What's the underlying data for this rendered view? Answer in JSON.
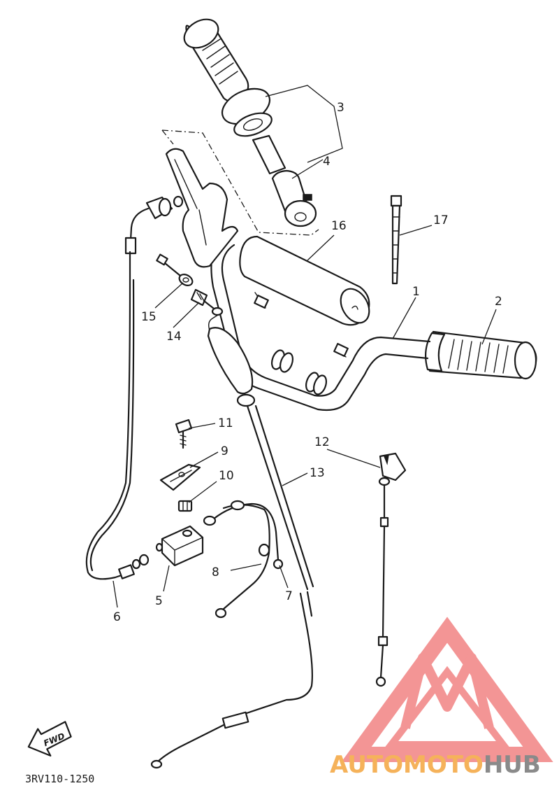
{
  "diagram": {
    "callouts": [
      {
        "id": "1",
        "label": "1"
      },
      {
        "id": "2",
        "label": "2"
      },
      {
        "id": "3",
        "label": "3"
      },
      {
        "id": "4",
        "label": "4"
      },
      {
        "id": "5",
        "label": "5"
      },
      {
        "id": "6",
        "label": "6"
      },
      {
        "id": "7",
        "label": "7"
      },
      {
        "id": "8",
        "label": "8"
      },
      {
        "id": "9",
        "label": "9"
      },
      {
        "id": "10",
        "label": "10"
      },
      {
        "id": "11",
        "label": "11"
      },
      {
        "id": "12",
        "label": "12"
      },
      {
        "id": "13",
        "label": "13"
      },
      {
        "id": "14",
        "label": "14"
      },
      {
        "id": "15",
        "label": "15"
      },
      {
        "id": "16",
        "label": "16"
      },
      {
        "id": "17",
        "label": "17"
      }
    ],
    "drawing_code": "3RV110-1250",
    "direction_badge": "FWD"
  },
  "watermark": {
    "brand_part1": "AUTO",
    "brand_part2": "MOTO",
    "brand_part3": "HUB",
    "colors": {
      "accent_red": "#f08080",
      "accent_orange": "#f5b25a",
      "accent_gray": "#8a8a8a"
    }
  }
}
